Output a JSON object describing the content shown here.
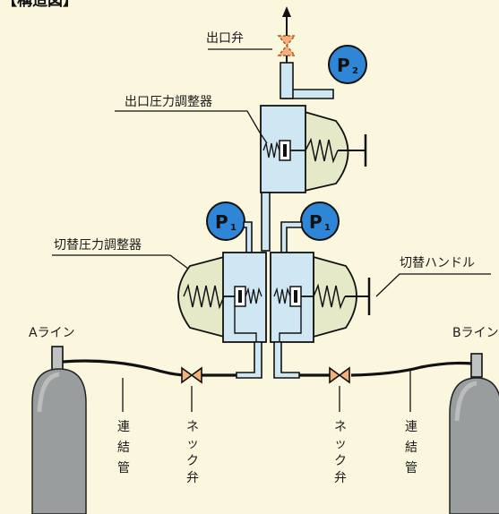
{
  "title": "【構造図】",
  "labels": {
    "outlet_valve": "出口弁",
    "outlet_regulator": "出口圧力調整器",
    "switch_regulator": "切替圧力調整器",
    "switch_handle": "切替ハンドル",
    "a_line": "Aライン",
    "b_line": "Bライン"
  },
  "vertical_labels": {
    "left_pipe": "連結管",
    "left_valve": "ネック弁",
    "right_valve": "ネック弁",
    "right_pipe": "連結管"
  },
  "gauges": {
    "p2": {
      "letter": "P",
      "sub": "2"
    },
    "p1_left": {
      "letter": "P",
      "sub": "1"
    },
    "p1_right": {
      "letter": "P",
      "sub": "1"
    }
  },
  "colors": {
    "background": "#fbf7df",
    "regulator_body": "#cfe6f3",
    "regulator_bonnet": "#e6e9c8",
    "gauge": "#2f86d6",
    "cylinder": "#9a9d9d",
    "valve_fill": "#f2b27a"
  }
}
